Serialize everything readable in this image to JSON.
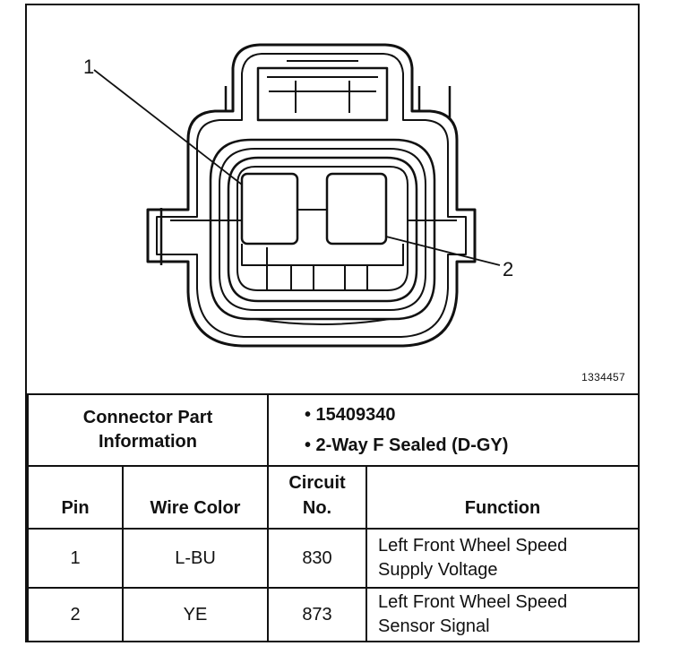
{
  "diagram": {
    "callout_1": "1",
    "callout_2": "2",
    "figure_id": "1334457"
  },
  "connector": {
    "label_line1": "Connector Part",
    "label_line2": "Information",
    "items": [
      "• 15409340",
      "• 2-Way F Sealed (D-GY)"
    ]
  },
  "table": {
    "headers": {
      "pin": "Pin",
      "wire_color": "Wire Color",
      "circuit_line1": "Circuit",
      "circuit_line2": "No.",
      "function": "Function"
    },
    "rows": [
      {
        "pin": "1",
        "wire_color": "L-BU",
        "circuit": "830",
        "function_line1": "Left Front Wheel Speed",
        "function_line2": "Supply Voltage"
      },
      {
        "pin": "2",
        "wire_color": "YE",
        "circuit": "873",
        "function_line1": "Left Front Wheel Speed",
        "function_line2": "Sensor Signal"
      }
    ]
  }
}
